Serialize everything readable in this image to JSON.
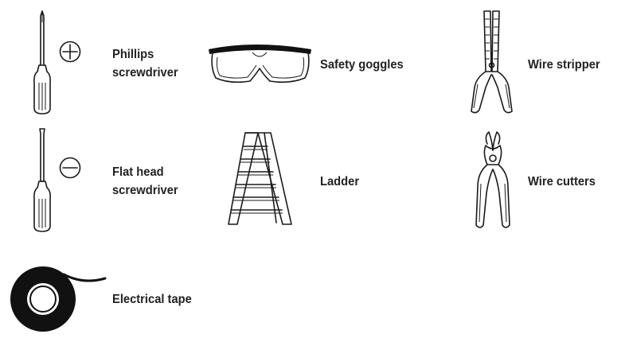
{
  "tools": {
    "phillips": {
      "line1": "Phillips",
      "line2": "screwdriver"
    },
    "flathead": {
      "line1": "Flat head",
      "line2": "screwdriver"
    },
    "tape": {
      "label": "Electrical tape"
    },
    "goggles": {
      "label": "Safety goggles"
    },
    "ladder": {
      "label": "Ladder"
    },
    "stripper": {
      "label": "Wire stripper"
    },
    "cutters": {
      "label": "Wire cutters"
    }
  },
  "icons": {
    "phillips": "phillips-screwdriver-icon",
    "phillips_head": "plus-symbol-icon",
    "flathead": "flat-head-screwdriver-icon",
    "flathead_head": "minus-symbol-icon",
    "tape": "electrical-tape-icon",
    "goggles": "safety-goggles-icon",
    "ladder": "ladder-icon",
    "stripper": "wire-stripper-icon",
    "cutters": "wire-cutters-icon"
  },
  "colors": {
    "ink": "#1a1a1a",
    "text": "#222222",
    "background": "#ffffff"
  }
}
